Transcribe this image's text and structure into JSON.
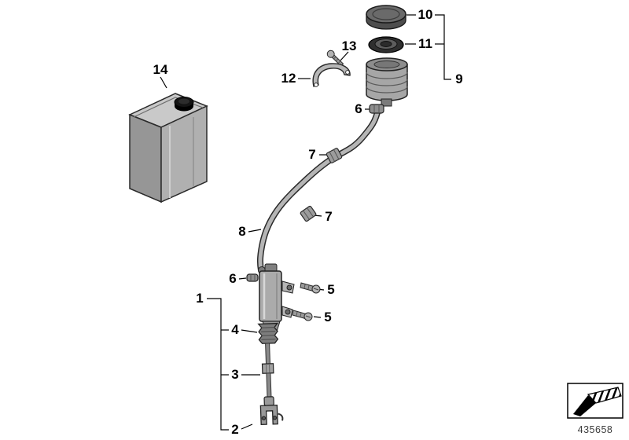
{
  "diagram": {
    "doc_number": "435658",
    "callouts": {
      "c1": "1",
      "c2": "2",
      "c3": "3",
      "c4": "4",
      "c5_upper": "5",
      "c5_lower": "5",
      "c6_top": "6",
      "c6_lower": "6",
      "c7_upper": "7",
      "c7_lower": "7",
      "c8": "8",
      "c9": "9",
      "c10": "10",
      "c11": "11",
      "c12": "12",
      "c13": "13",
      "c14": "14"
    },
    "colors": {
      "background": "#ffffff",
      "line": "#000000",
      "metal_light": "#b8b8b8",
      "metal_mid": "#9a9a9a",
      "metal_dark": "#4e4e4e",
      "rubber_dark": "#2f2f2f"
    }
  }
}
